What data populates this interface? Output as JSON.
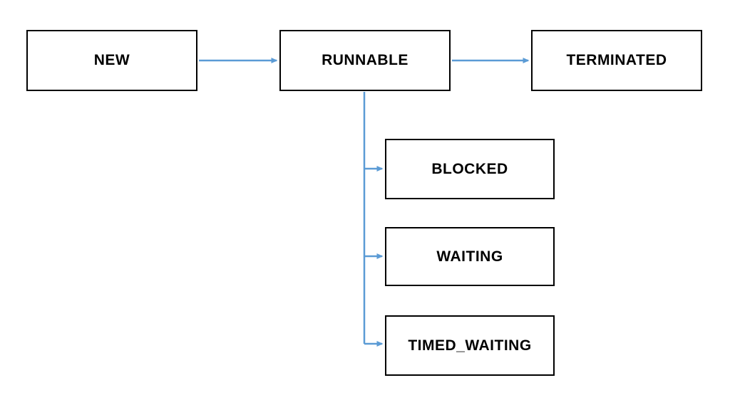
{
  "diagram": {
    "type": "flowchart",
    "nodes": [
      {
        "id": "new",
        "label": "NEW"
      },
      {
        "id": "runnable",
        "label": "RUNNABLE"
      },
      {
        "id": "terminated",
        "label": "TERMINATED"
      },
      {
        "id": "blocked",
        "label": "BLOCKED"
      },
      {
        "id": "waiting",
        "label": "WAITING"
      },
      {
        "id": "timed_waiting",
        "label": "TIMED_WAITING"
      }
    ],
    "edges": [
      {
        "from": "NEW",
        "to": "RUNNABLE"
      },
      {
        "from": "RUNNABLE",
        "to": "TERMINATED"
      },
      {
        "from": "RUNNABLE",
        "to": "BLOCKED"
      },
      {
        "from": "RUNNABLE",
        "to": "WAITING"
      },
      {
        "from": "RUNNABLE",
        "to": "TIMED_WAITING"
      }
    ],
    "colors": {
      "arrow": "#5B9BD5",
      "node_border": "#000000",
      "node_fill": "#FFFFFF",
      "text": "#000000",
      "background": "#FFFFFF"
    }
  }
}
